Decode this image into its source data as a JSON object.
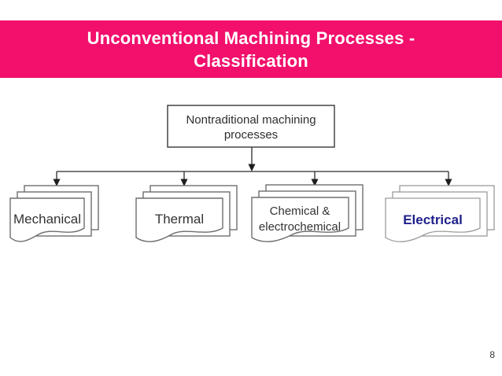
{
  "slide": {
    "title": "Unconventional Machining Processes - Classification",
    "page_number": "8",
    "colors": {
      "banner_background": "#F2106C",
      "title_text": "#FFFFFF",
      "diagram_lines": "#2B2B2B",
      "electrical_text": "#1F1F8C"
    }
  },
  "diagram": {
    "root": {
      "lines": [
        "Nontraditional machining",
        "processes"
      ]
    },
    "branches": [
      {
        "id": "mechanical",
        "lines": [
          "Mechanical"
        ]
      },
      {
        "id": "thermal",
        "lines": [
          "Thermal"
        ]
      },
      {
        "id": "chemical-electrochemical",
        "lines": [
          "Chemical &",
          "electrochemical"
        ]
      },
      {
        "id": "electrical",
        "lines": [
          "Electrical"
        ],
        "text_color": "#1F1F8C"
      }
    ]
  }
}
